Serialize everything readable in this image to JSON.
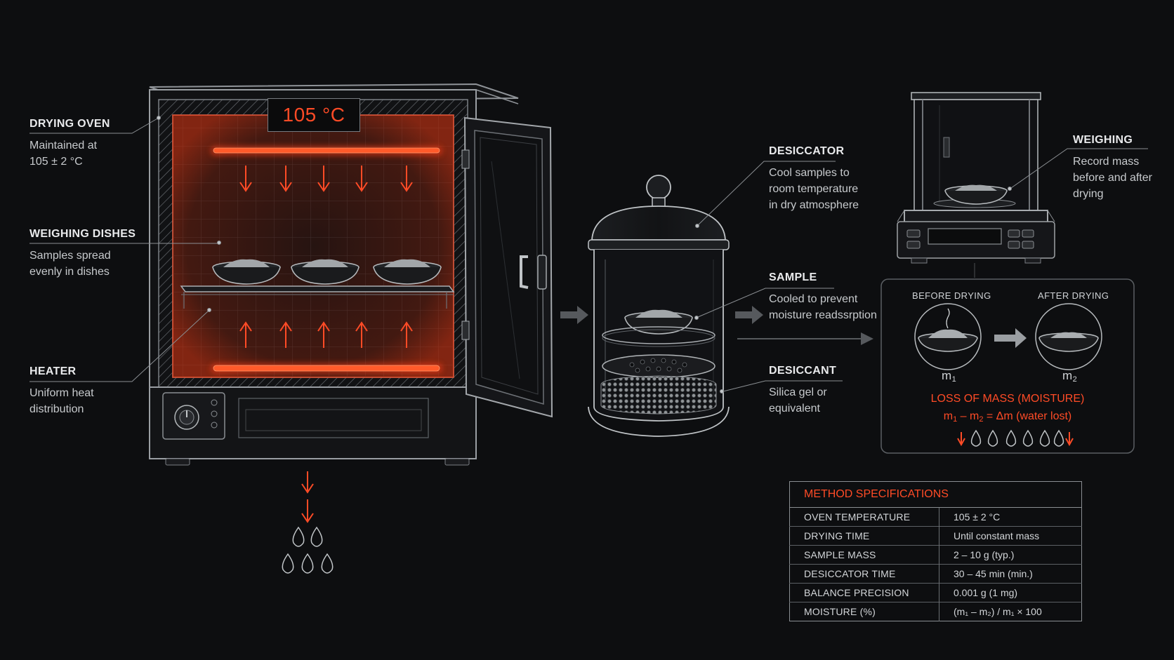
{
  "oven": {
    "display_temp": "105 °C",
    "label_title": "DRYING OVEN",
    "label_desc": [
      "Maintained at",
      "105 ± 2 °C"
    ]
  },
  "dishes": {
    "label_title": "WEIGHING DISHES",
    "label_desc": [
      "Samples spread",
      "evenly in dishes"
    ]
  },
  "heater": {
    "label_title": "HEATER",
    "label_desc": [
      "Uniform heat",
      "distribution"
    ]
  },
  "desiccator": {
    "label_title": "DESICCATOR",
    "label_desc": [
      "Cool samples to",
      "room temperature",
      "in dry atmosphere"
    ]
  },
  "sample": {
    "label_title": "SAMPLE",
    "label_desc": [
      "Cooled to prevent",
      "moisture readssrption"
    ]
  },
  "desiccant": {
    "label_title": "DESICCANT",
    "label_desc": [
      "Silica gel or",
      "equivalent"
    ]
  },
  "weighing": {
    "label_title": "WEIGHING",
    "label_desc": [
      "Record mass",
      "before and after",
      "drying"
    ]
  },
  "mass_loss": {
    "before_label": "BEFORE DRYING",
    "after_label": "AFTER DRYING",
    "m1_base": "m",
    "m1_sub": "1",
    "m2_base": "m",
    "m2_sub": "2",
    "title": "LOSS OF MASS (MOISTURE)",
    "formula_lhs_a": "m",
    "formula_sub_a": "1",
    "formula_mid": " – m",
    "formula_sub_b": "2",
    "formula_rhs": " = Δm",
    "formula_note": " (water lost)"
  },
  "specs": {
    "title": "METHOD SPECIFICATIONS",
    "rows": [
      {
        "param": "OVEN TEMPERATURE",
        "value": "105 ± 2 °C"
      },
      {
        "param": "DRYING TIME",
        "value": "Until constant mass"
      },
      {
        "param": "SAMPLE MASS",
        "value": "2 – 10 g (typ.)"
      },
      {
        "param": "DESICCATOR TIME",
        "value": "30 – 45 min (min.)"
      },
      {
        "param": "BALANCE PRECISION",
        "value": "0.001 g (1 mg)"
      },
      {
        "param": "MOISTURE (%)",
        "value": "(m₁ – m₂) / m₁ × 100"
      }
    ]
  },
  "colors": {
    "accent": "#ff4b26",
    "background": "#0d0e10",
    "line": "#8a8e92"
  }
}
